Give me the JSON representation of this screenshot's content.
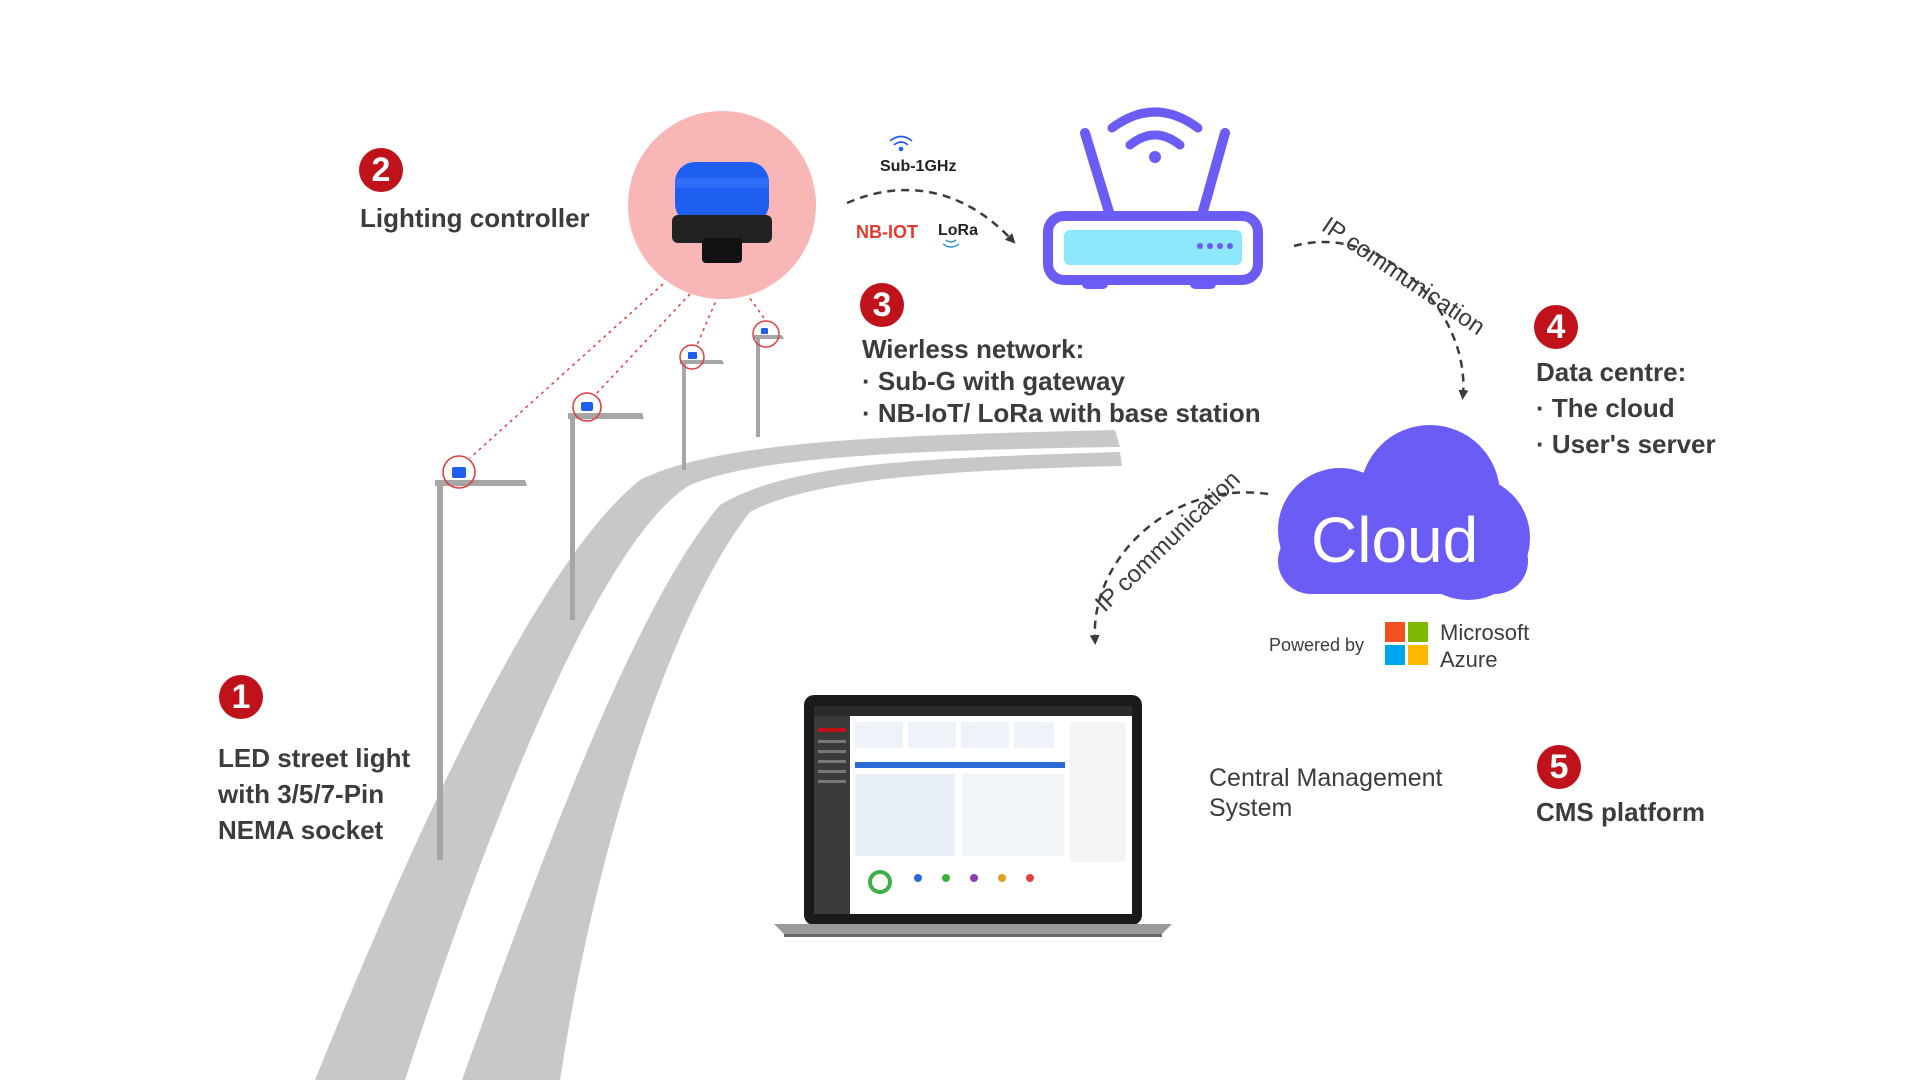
{
  "steps": [
    {
      "number": "1",
      "lines": [
        "LED street light",
        "with 3/5/7-Pin",
        "NEMA socket"
      ]
    },
    {
      "number": "2",
      "label": "Lighting controller"
    },
    {
      "number": "3",
      "heading": "Wierless network:",
      "items": [
        "· Sub-G with gateway",
        "· NB-IoT/ LoRa with base station"
      ]
    },
    {
      "number": "4",
      "heading": "Data centre:",
      "items": [
        "· The cloud",
        "· User's server"
      ]
    },
    {
      "number": "5",
      "label": "CMS platform"
    }
  ],
  "wireless_labels": {
    "subg": "Sub-1GHz",
    "nbiot": "NB-IOT",
    "lora": "LoRa"
  },
  "links": {
    "router_to_cloud": "IP communication",
    "cloud_to_cms": "IP communication"
  },
  "cloud": {
    "label": "Cloud",
    "powered_by": "Powered by",
    "vendor_line1": "Microsoft",
    "vendor_line2": "Azure"
  },
  "cms": {
    "line1": "Central Management",
    "line2": "System"
  },
  "colors": {
    "badge": "#c0121a",
    "accent": "#6a5cf5",
    "controller_bg": "#f9b6b6",
    "controller_cap": "#1e5ef0",
    "router_panel": "#8de8ff",
    "road": "#c8c8c8",
    "pole": "#a6a6a6",
    "red_text": "#e23a2e",
    "ms_red": "#f25022",
    "ms_green": "#7fba00",
    "ms_blue": "#00a4ef",
    "ms_yellow": "#ffb900"
  }
}
